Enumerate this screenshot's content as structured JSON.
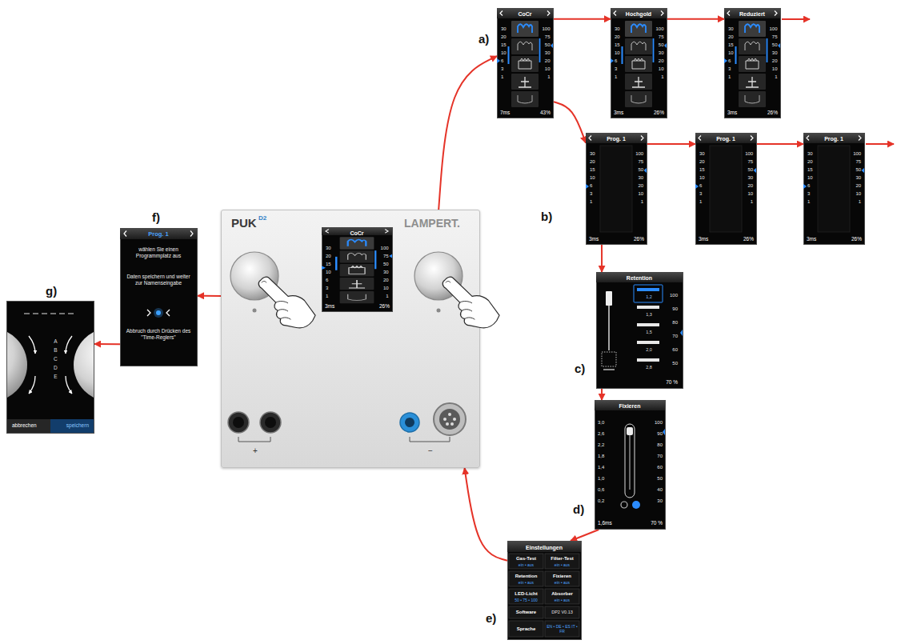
{
  "diagram": {
    "nodes": [
      {
        "text": [
          "PUK",
          "D2",
          "LAMPERT.",
          "+",
          "−"
        ]
      },
      {
        "text": [
          "CoCr",
          "30 20 15 10 6 3 1",
          "100 75 50 30 20 10 1",
          "3ms",
          "26%"
        ],
        "in": 0
      },
      {
        "text": [
          "CoCr",
          "30 20 15 10 6 3 1",
          "100 75 50 30 20 10 1",
          "7ms",
          "43%"
        ]
      },
      {
        "text": [
          "Hochgold",
          "30 20 15 10 6 3 1",
          "100 75 50 30 20 10 1",
          "3ms",
          "26%"
        ]
      },
      {
        "text": [
          "Reduziert",
          "30 20 15 10 6 3 1",
          "100 75 50 30 20 10 1",
          "3ms",
          "26%"
        ]
      },
      {
        "text": [
          "Prog. 1",
          "30 20 15 10 6 3 1",
          "100 75 50 30 20 10 1",
          "3ms",
          "26%"
        ]
      },
      {
        "text": [
          "Prog. 1",
          "30 20 15 10 6 3 1",
          "100 75 50 30 20 10 1",
          "3ms",
          "26%"
        ]
      },
      {
        "text": [
          "Prog. 1",
          "30 20 15 10 6 3 1",
          "100 75 50 30 20 10 1",
          "3ms",
          "26%"
        ]
      },
      {
        "text": [
          "Retention",
          "1,2",
          "1,3",
          "1,5",
          "2,0",
          "2,8",
          "100 90 80 70 60 50",
          "70 %"
        ]
      },
      {
        "text": [
          "Fixieren",
          "3,0 2,6 2,2 1,8 1,4 1,0 0,6 0,2",
          "100 90 80 70 60 50 40 30",
          "1,6ms",
          "70 %"
        ]
      },
      {
        "text": [
          "Einstellungen",
          "Gas-Test",
          "ein • aus",
          "Filter-Test",
          "ein • aus",
          "Retention",
          "ein • aus",
          "Fixieren",
          "ein • aus",
          "LED-Licht",
          "50 • 75 • 100",
          "Absorber",
          "ein • aus",
          "Software",
          "DP2 V0.13",
          "Sprache",
          "EN • DE • ES IT • FR"
        ]
      },
      {
        "text": [
          "Prog. 1",
          "wählen Sie einen Programmplatz aus",
          "Daten speichern und weiter zur Namenseingabe",
          "Abbruch durch Drücken des \"Time-Reglers\""
        ]
      },
      {
        "text": [
          "A B C D E",
          "abbrechen",
          "speichern"
        ]
      }
    ],
    "edges": [
      {
        "from": 0,
        "to": 2,
        "arrow": "to"
      },
      {
        "from": 2,
        "to": 3,
        "arrow": "to"
      },
      {
        "from": 3,
        "to": 4,
        "arrow": "to"
      },
      {
        "from": 2,
        "to": 5,
        "arrow": "to"
      },
      {
        "from": 5,
        "to": 6,
        "arrow": "to"
      },
      {
        "from": 6,
        "to": 7,
        "arrow": "to"
      },
      {
        "from": 5,
        "to": 8,
        "arrow": "to"
      },
      {
        "from": 8,
        "to": 9,
        "arrow": "to"
      },
      {
        "from": 9,
        "to": 10,
        "arrow": "to"
      },
      {
        "from": 10,
        "to": 0,
        "arrow": "to"
      },
      {
        "from": 0,
        "to": 11,
        "arrow": "to"
      },
      {
        "from": 11,
        "to": 12,
        "arrow": "to"
      }
    ],
    "labels": [
      "a)",
      "b)",
      "c)",
      "d)",
      "e)",
      "f)",
      "g)"
    ]
  }
}
